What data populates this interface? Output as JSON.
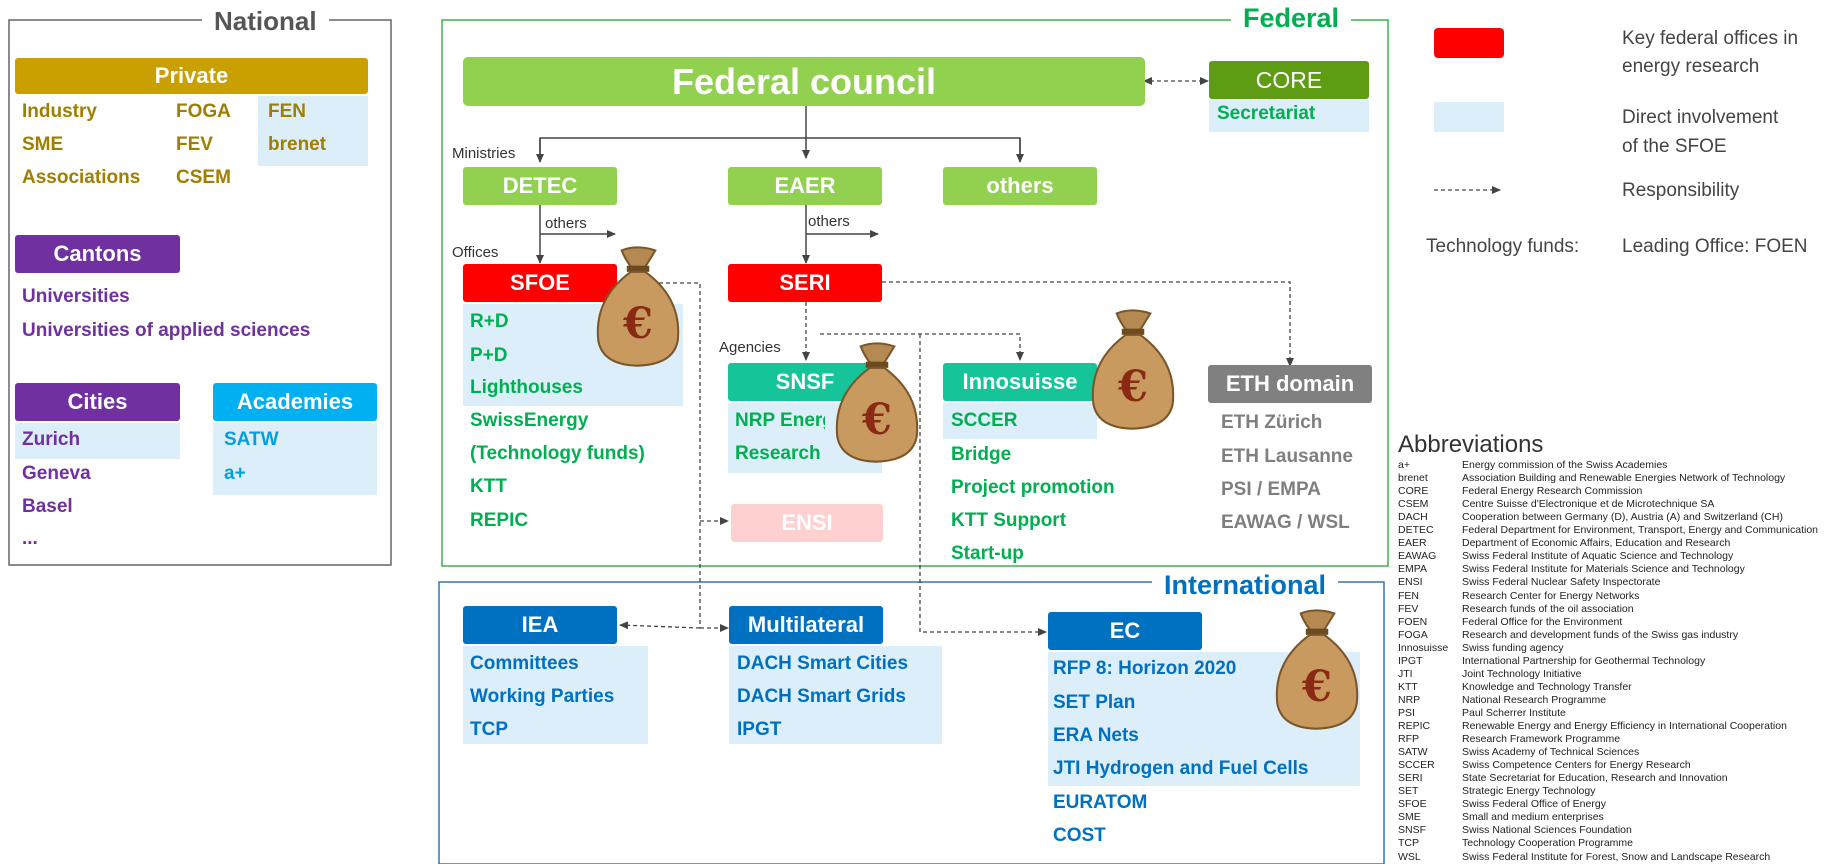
{
  "national": {
    "title": "National",
    "private": {
      "title": "Private",
      "col1": [
        "Industry",
        "SME",
        "Associations"
      ],
      "col2": [
        "FOGA",
        "FEV",
        "CSEM"
      ],
      "col3": [
        "FEN",
        "brenet"
      ]
    },
    "cantons": {
      "title": "Cantons",
      "items": [
        "Universities",
        "Universities of applied sciences"
      ]
    },
    "cities": {
      "title": "Cities",
      "items": [
        "Zurich",
        "Geneva",
        "Basel",
        "..."
      ]
    },
    "academies": {
      "title": "Academies",
      "items": [
        "SATW",
        "a+"
      ]
    }
  },
  "federal": {
    "title": "Federal",
    "council": "Federal council",
    "core": {
      "title": "CORE",
      "sub": "Secretariat"
    },
    "ministries_label": "Ministries",
    "offices_label": "Offices",
    "agencies_label": "Agencies",
    "detec": "DETEC",
    "eaer": "EAER",
    "others_main": "others",
    "others_detec": "others",
    "others_eaer": "others",
    "sfoe": {
      "title": "SFOE",
      "items": [
        "R+D",
        "P+D",
        "Lighthouses",
        "SwissEnergy",
        "(Technology funds)",
        "KTT",
        "REPIC"
      ]
    },
    "seri": "SERI",
    "snsf": {
      "title": "SNSF",
      "items": [
        "NRP Energy",
        "Research"
      ]
    },
    "ensi": "ENSI",
    "innosuisse": {
      "title": "Innosuisse",
      "items": [
        "SCCER",
        "Bridge",
        "Project promotion",
        "KTT Support",
        "Start-up"
      ]
    },
    "eth": {
      "title": "ETH domain",
      "items": [
        "ETH Zürich",
        "ETH Lausanne",
        "PSI / EMPA",
        "EAWAG / WSL"
      ]
    }
  },
  "international": {
    "title": "International",
    "iea": {
      "title": "IEA",
      "items": [
        "Committees",
        "Working Parties",
        "TCP"
      ]
    },
    "multilateral": {
      "title": "Multilateral",
      "items": [
        "DACH Smart Cities",
        "DACH Smart Grids",
        "IPGT"
      ]
    },
    "ec": {
      "title": "EC",
      "items": [
        "RFP 8: Horizon 2020",
        "SET Plan",
        "ERA Nets",
        "JTI Hydrogen and Fuel Cells",
        "EURATOM",
        "COST"
      ]
    }
  },
  "legend": {
    "key_offices": [
      "Key federal offices in",
      "energy research"
    ],
    "direct": [
      "Direct involvement",
      "of the SFOE"
    ],
    "responsibility": "Responsibility",
    "funds_label": "Technology funds:",
    "funds_value": "Leading Office: FOEN"
  },
  "abbreviations": {
    "title": "Abbreviations",
    "rows": [
      [
        "a+",
        "Energy commission of the Swiss Academies"
      ],
      [
        "brenet",
        "Association Building and Renewable Energies Network of Technology"
      ],
      [
        "CORE",
        "Federal Energy Research Commission"
      ],
      [
        "CSEM",
        "Centre Suisse d'Electronique et de Microtechnique SA"
      ],
      [
        "DACH",
        "Cooperation between Germany (D), Austria (A) and Switzerland (CH)"
      ],
      [
        "DETEC",
        "Federal Department for Environment, Transport, Energy and Communication"
      ],
      [
        "EAER",
        "Department of Economic Affairs, Education and Research"
      ],
      [
        "EAWAG",
        "Swiss Federal Institute of Aquatic Science and Technology"
      ],
      [
        "EMPA",
        "Swiss Federal Institute for Materials Science and Technology"
      ],
      [
        "ENSI",
        "Swiss Federal Nuclear Safety Inspectorate"
      ],
      [
        "FEN",
        "Research Center for Energy Networks"
      ],
      [
        "FEV",
        "Research funds of the oil association"
      ],
      [
        "FOEN",
        "Federal Office for the Environment"
      ],
      [
        "FOGA",
        "Research and development funds of the Swiss gas industry"
      ],
      [
        "Innosuisse",
        "Swiss funding agency"
      ],
      [
        "IPGT",
        "International Partnership for Geothermal Technology"
      ],
      [
        "JTI",
        "Joint Technology Initiative"
      ],
      [
        "KTT",
        "Knowledge and Technology Transfer"
      ],
      [
        "NRP",
        "National Research Programme"
      ],
      [
        "PSI",
        "Paul Scherrer Institute"
      ],
      [
        "REPIC",
        "Renewable Energy and Energy Efficiency in International Cooperation"
      ],
      [
        "RFP",
        "Research Framework Programme"
      ],
      [
        "SATW",
        "Swiss Academy of Technical Sciences"
      ],
      [
        "SCCER",
        "Swiss Competence Centers for Energy Research"
      ],
      [
        "SERI",
        "State Secretariat for Education, Research and Innovation"
      ],
      [
        "SET",
        "Strategic Energy Technology"
      ],
      [
        "SFOE",
        "Swiss Federal Office of Energy"
      ],
      [
        "SME",
        "Small and medium enterprises"
      ],
      [
        "SNSF",
        "Swiss National Sciences Foundation"
      ],
      [
        "TCP",
        "Technology Cooperation Programme"
      ],
      [
        "WSL",
        "Swiss Federal Institute for Forest, Snow and Landscape Research"
      ]
    ]
  },
  "money_bag": {
    "symbol": "€"
  },
  "colors": {
    "red": "#ff0000",
    "green_light": "#92d050",
    "green_dark": "#5e9c13",
    "green_text": "#00b050",
    "blue": "#0070c0",
    "light_blue": "#dbeefa",
    "purple": "#7030a0",
    "gold": "#b08c00",
    "teal": "#16c49a",
    "gray": "#808080"
  }
}
